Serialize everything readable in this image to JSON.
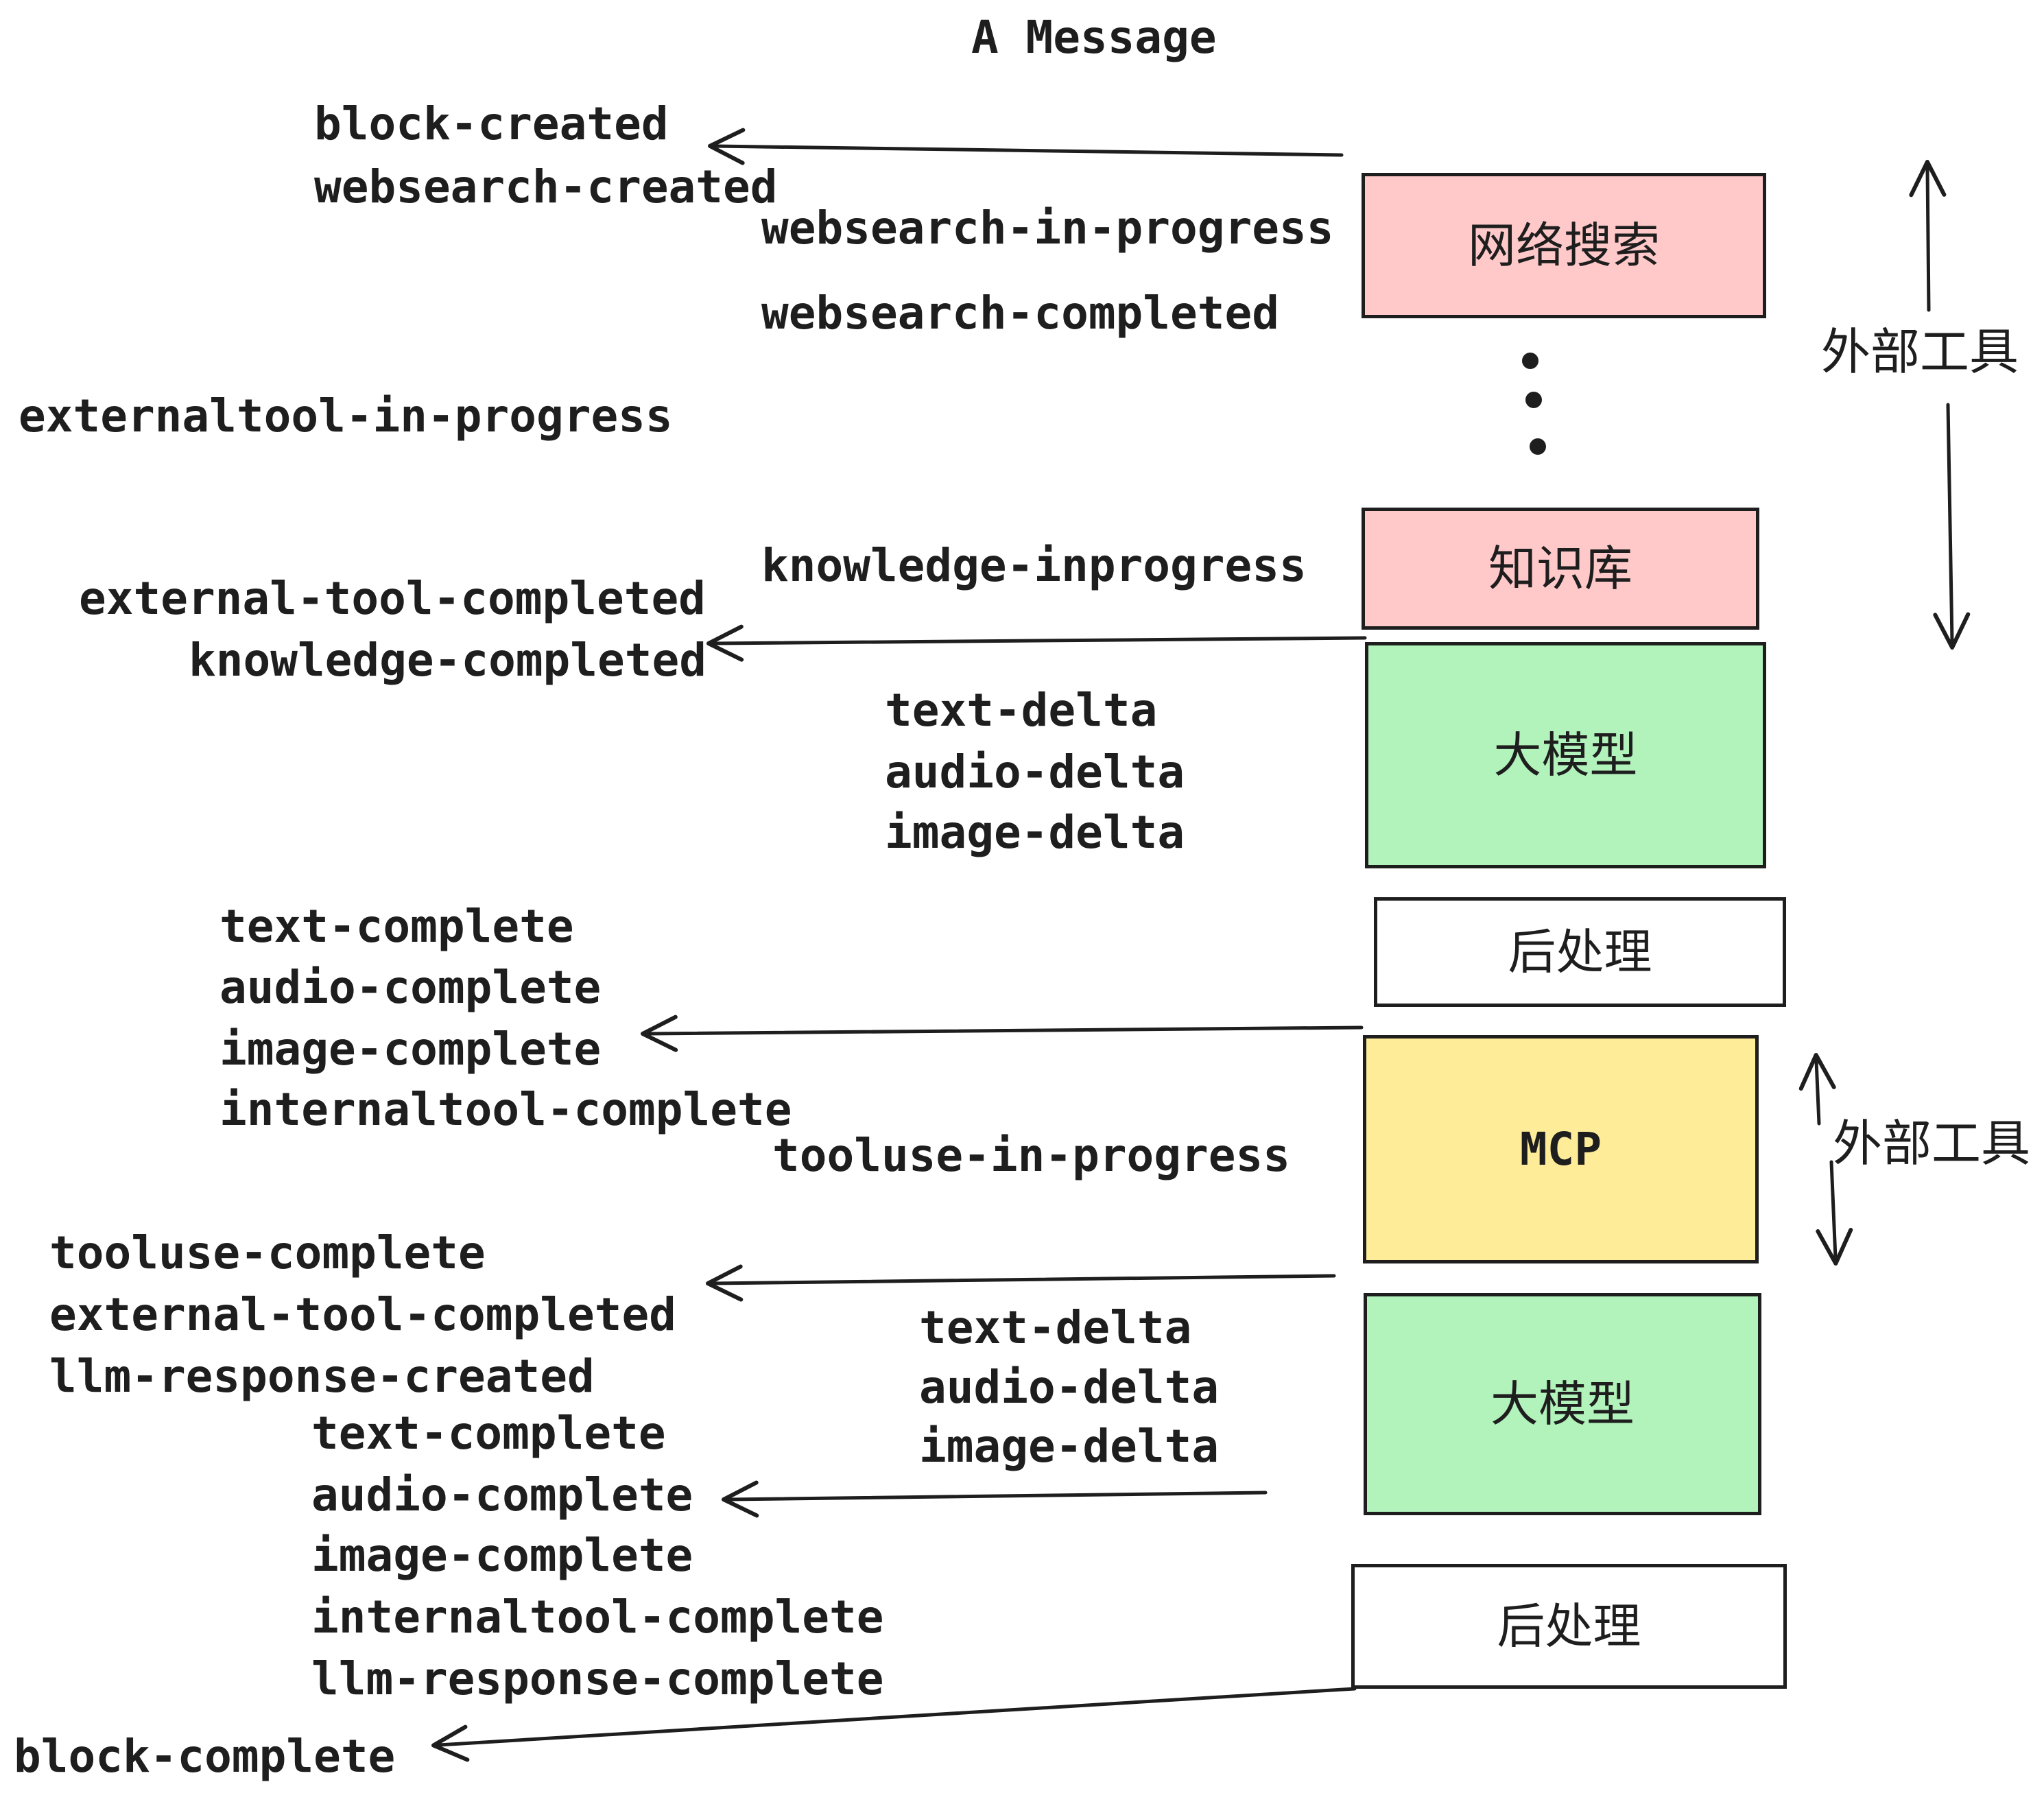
{
  "diagram": {
    "title": "A Message",
    "colors": {
      "ink": "#1e1e1e",
      "external_tool_box": "#ffc9c9",
      "llm_box": "#b2f2bb",
      "mcp_box": "#ffec99",
      "post_process_box": "#ffffff",
      "background": "#ffffff"
    },
    "boxes": [
      {
        "id": "websearch",
        "label": "网络搜索",
        "fill": "#ffc9c9"
      },
      {
        "id": "knowledge",
        "label": "知识库",
        "fill": "#ffc9c9"
      },
      {
        "id": "llm-1",
        "label": "大模型",
        "fill": "#b2f2bb"
      },
      {
        "id": "post-1",
        "label": "后处理",
        "fill": "#ffffff"
      },
      {
        "id": "mcp",
        "label": "MCP",
        "fill": "#ffec99"
      },
      {
        "id": "llm-2",
        "label": "大模型",
        "fill": "#b2f2bb"
      },
      {
        "id": "post-2",
        "label": "后处理",
        "fill": "#ffffff"
      }
    ],
    "side_annotations": [
      {
        "label": "外部工具"
      },
      {
        "label": "外部工具"
      }
    ],
    "events": [
      {
        "text": "block-created"
      },
      {
        "text": "websearch-created"
      },
      {
        "text": "websearch-in-progress"
      },
      {
        "text": "websearch-completed"
      },
      {
        "text": "externaltool-in-progress"
      },
      {
        "text": "knowledge-inprogress"
      },
      {
        "text": "external-tool-completed"
      },
      {
        "text": "knowledge-completed"
      },
      {
        "text": "text-delta"
      },
      {
        "text": "audio-delta"
      },
      {
        "text": "image-delta"
      },
      {
        "text": "text-complete"
      },
      {
        "text": "audio-complete"
      },
      {
        "text": "image-complete"
      },
      {
        "text": "internaltool-complete"
      },
      {
        "text": "tooluse-in-progress"
      },
      {
        "text": "tooluse-complete"
      },
      {
        "text": "external-tool-completed"
      },
      {
        "text": "llm-response-created"
      },
      {
        "text": "text-complete"
      },
      {
        "text": "text-delta"
      },
      {
        "text": "audio-delta"
      },
      {
        "text": "image-delta"
      },
      {
        "text": "audio-complete"
      },
      {
        "text": "image-complete"
      },
      {
        "text": "internaltool-complete"
      },
      {
        "text": "llm-response-complete"
      },
      {
        "text": "block-complete"
      }
    ],
    "arrows": [
      {
        "from": "websearch-box",
        "to": "block-created / websearch-created",
        "direction": "left"
      },
      {
        "from": "llm-1-box",
        "to": "external-tool-completed / knowledge-completed",
        "direction": "left"
      },
      {
        "from": "post-1-box",
        "to": "image-complete group",
        "direction": "left"
      },
      {
        "from": "mcp-box",
        "to": "tooluse-complete group",
        "direction": "left"
      },
      {
        "from": "llm-2-box",
        "to": "audio-complete group",
        "direction": "left"
      },
      {
        "from": "post-2-box",
        "to": "block-complete",
        "direction": "left"
      },
      {
        "near": "websearch-box",
        "direction": "up"
      },
      {
        "near": "knowledge-box",
        "direction": "down"
      },
      {
        "near": "mcp-box",
        "direction": "up"
      },
      {
        "near": "mcp-box",
        "direction": "down"
      }
    ],
    "ellipsis_dots": 3
  }
}
